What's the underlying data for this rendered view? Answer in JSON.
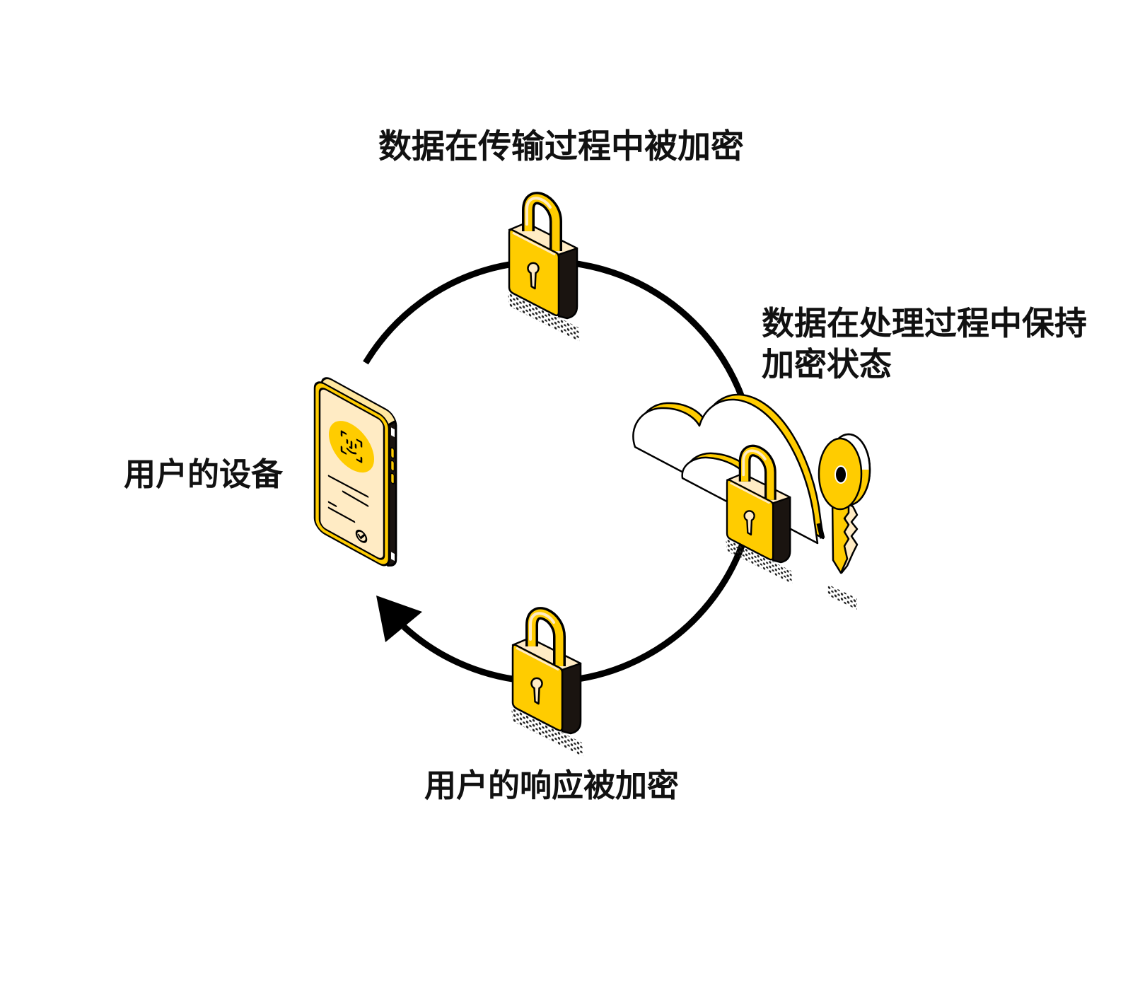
{
  "diagram": {
    "nodes": [
      {
        "label": "用户的设备",
        "icon": "smartphone-icon"
      },
      {
        "label": "数据在传输过程中被加密",
        "icon": "padlock-icon"
      },
      {
        "label_lines": [
          "数据在处理过程中保持",
          "加密状态"
        ],
        "icon": "cloud-lock-key-icon"
      },
      {
        "label": "用户的响应被加密",
        "icon": "padlock-icon"
      }
    ],
    "connector_icon": "arrow-icon"
  },
  "colors": {
    "accent": "#FFCC00",
    "cream": "#FFEBC4",
    "dark": "#1A1410",
    "line": "#000000"
  }
}
